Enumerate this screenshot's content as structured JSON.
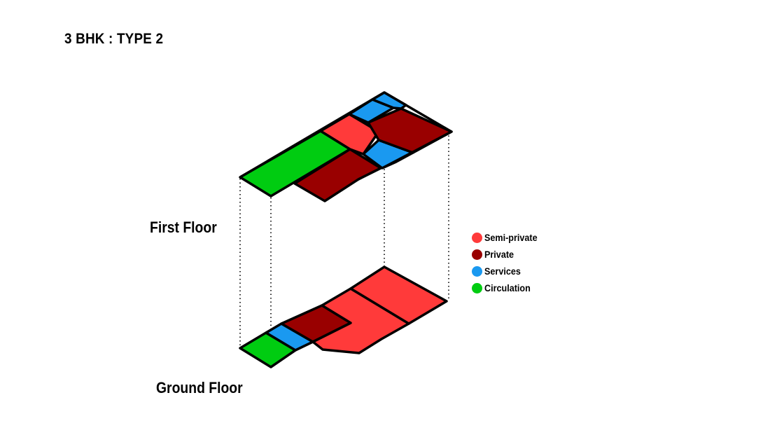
{
  "title": "3 BHK : TYPE 2",
  "floors": {
    "first": "First Floor",
    "ground": "Ground Floor"
  },
  "legend": [
    {
      "key": "semi-private",
      "label": "Semi-private",
      "color": "#ff3a3a"
    },
    {
      "key": "private",
      "label": "Private",
      "color": "#990000"
    },
    {
      "key": "services",
      "label": "Services",
      "color": "#1a99f0"
    },
    {
      "key": "circulation",
      "label": "Circulation",
      "color": "#00cc11"
    }
  ]
}
